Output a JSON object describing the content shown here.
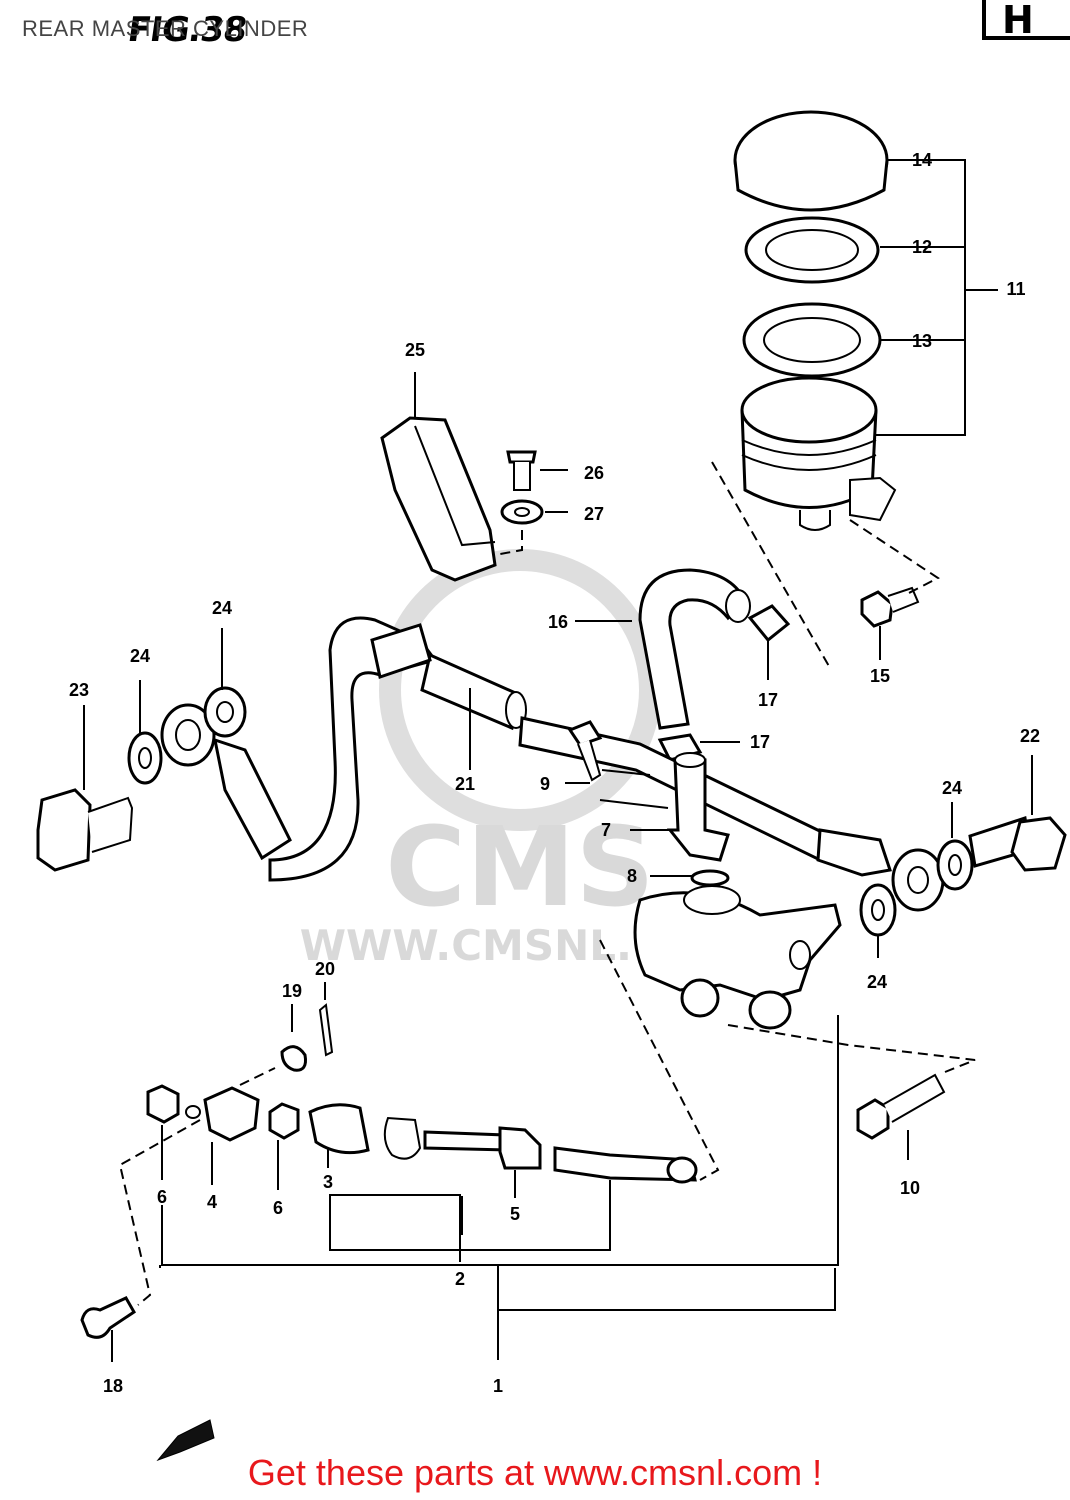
{
  "title": "REAR MASTER CYLINDER",
  "figure_label": "FIG.38",
  "section_label": "H",
  "watermark": {
    "brand": "CMS",
    "url": "WWW.CMSNL.COM"
  },
  "footer": "Get these parts at www.cmsnl.com !",
  "callouts": {
    "c1": "1",
    "c2": "2",
    "c3": "3",
    "c4": "4",
    "c5": "5",
    "c6a": "6",
    "c6b": "6",
    "c7": "7",
    "c8": "8",
    "c9": "9",
    "c10": "10",
    "c11": "11",
    "c12": "12",
    "c13": "13",
    "c14": "14",
    "c15": "15",
    "c16": "16",
    "c17a": "17",
    "c17b": "17",
    "c18": "18",
    "c19": "19",
    "c20": "20",
    "c21": "21",
    "c22": "22",
    "c23": "23",
    "c24a": "24",
    "c24b": "24",
    "c24c": "24",
    "c24d": "24",
    "c25": "25",
    "c26": "26",
    "c27": "27"
  }
}
